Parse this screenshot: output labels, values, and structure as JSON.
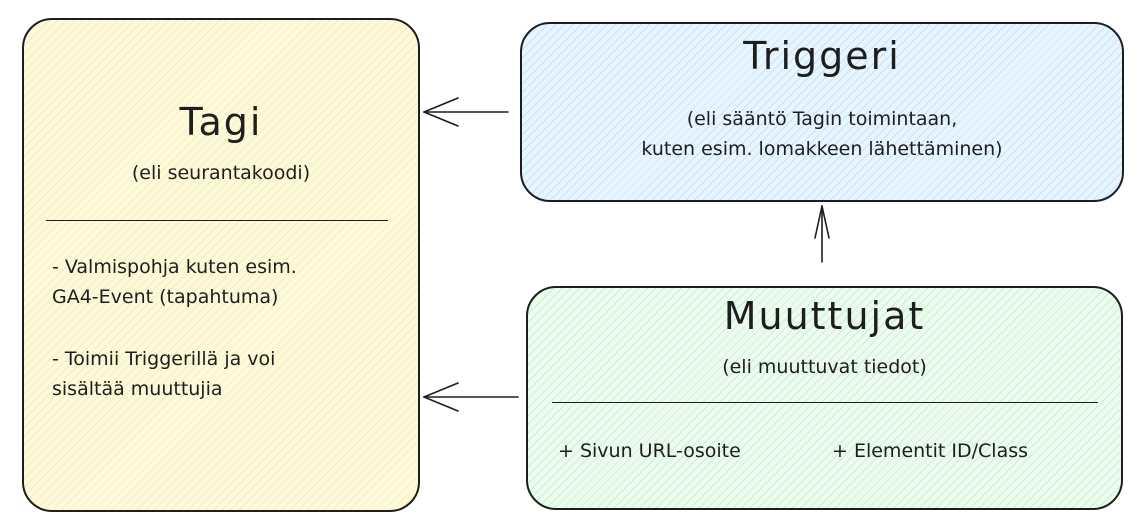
{
  "tagi": {
    "title": "Tagi",
    "subtitle": "(eli seurantakoodi)",
    "items": [
      [
        "- Valmispohja kuten esim.",
        "GA4-Event (tapahtuma)"
      ],
      [
        "- Toimii Triggerillä ja voi",
        "sisältää muuttujia"
      ]
    ]
  },
  "triggeri": {
    "title": "Triggeri",
    "subtitle_lines": [
      "(eli sääntö Tagin toimintaan,",
      "kuten esim. lomakkeen lähettäminen)"
    ]
  },
  "muuttujat": {
    "title": "Muuttujat",
    "subtitle": "(eli muuttuvat tiedot)",
    "items": [
      "+ Sivun URL-osoite",
      "+ Elementit ID/Class"
    ]
  },
  "colors": {
    "tagi_fill": "#fff9db",
    "triggeri_fill": "#e7f5ff",
    "muuttujat_fill": "#ebfbee",
    "stroke": "#1e1e1e"
  }
}
